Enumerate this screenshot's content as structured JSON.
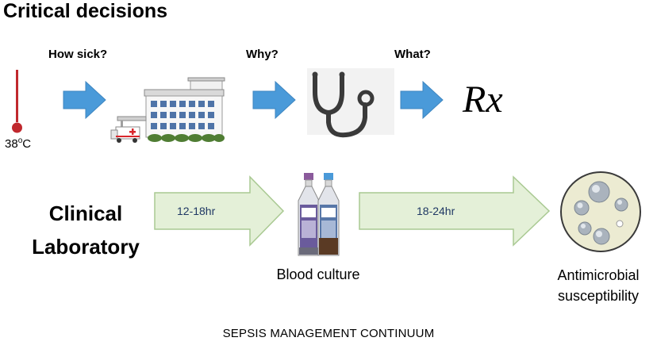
{
  "header": {
    "title": "Critical decisions"
  },
  "questions": {
    "how_sick": "How sick?",
    "why": "Why?",
    "what": "What?"
  },
  "thermometer": {
    "temperature_value": "38",
    "temperature_degree": "o",
    "temperature_unit": "C"
  },
  "treatment": {
    "rx_label": "Rx"
  },
  "clinical": {
    "line1": "Clinical",
    "line2": "Laboratory"
  },
  "lab_arrows": {
    "first_duration": "12-18hr",
    "second_duration": "18-24hr"
  },
  "captions": {
    "blood_culture": "Blood culture",
    "antimicrobial_line1": "Antimicrobial",
    "antimicrobial_line2": "susceptibility"
  },
  "footer": {
    "title": "SEPSIS MANAGEMENT CONTINUUM"
  },
  "colors": {
    "blue_arrow": "#4a9ad9",
    "green_arrow_fill": "#e4f0d8",
    "green_arrow_stroke": "#a9c992",
    "thermometer": "#c0282d",
    "petri_fill": "#ecebd2"
  },
  "icons": [
    "thermometer-icon",
    "arrow-right-icon",
    "hospital-icon",
    "ambulance-icon",
    "stethoscope-icon",
    "blood-culture-bottles-icon",
    "petri-dish-icon"
  ]
}
